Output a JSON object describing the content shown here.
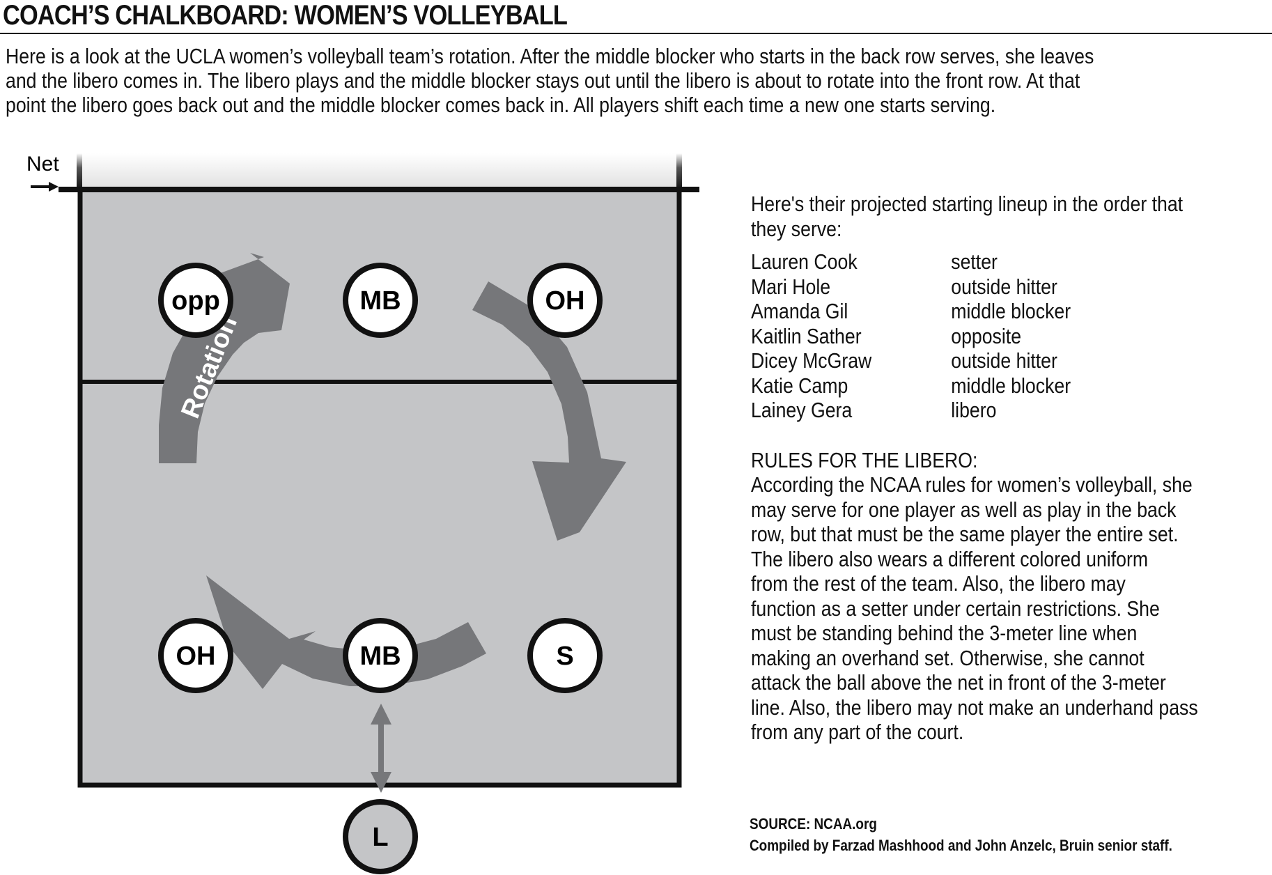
{
  "title": "COACH’S CHALKBOARD: WOMEN’S VOLLEYBALL",
  "intro_lines": [
    "Here is a look at the UCLA women’s volleyball team’s rotation.  After the middle blocker who starts in the back row serves, she leaves",
    "and the libero comes in. The libero plays and the middle blocker stays out until the libero is about to rotate into the front row. At that",
    "point the libero goes back out and the middle blocker comes back in. All players shift each time a new one starts serving."
  ],
  "court": {
    "net_label": "Net",
    "rotation_label": "Rotation",
    "positions": {
      "front_left": "opp",
      "front_middle": "MB",
      "front_right": "OH",
      "back_left": "OH",
      "back_middle": "MB",
      "back_right": "S",
      "libero": "L"
    },
    "colors": {
      "court": "#c4c5c7",
      "arrow": "#76777a",
      "line": "#111111",
      "net_fade": "#e6e6e6"
    }
  },
  "lineup": {
    "intro_lines": [
      "Here's their projected starting lineup in the order that",
      "they serve:"
    ],
    "players": [
      {
        "name": "Lauren Cook",
        "role": "setter"
      },
      {
        "name": "Mari Hole",
        "role": "outside hitter"
      },
      {
        "name": "Amanda Gil",
        "role": "middle blocker"
      },
      {
        "name": "Kaitlin Sather",
        "role": "opposite"
      },
      {
        "name": "Dicey McGraw",
        "role": "outside hitter"
      },
      {
        "name": "Katie Camp",
        "role": "middle blocker"
      },
      {
        "name": "Lainey Gera",
        "role": "libero"
      }
    ]
  },
  "rules": {
    "heading": "RULES FOR THE LIBERO:",
    "lines": [
      "According the NCAA rules for women’s volleyball, she",
      "may serve for one player as well as play in the back",
      "row, but that must be the same player the entire set.",
      "The libero also wears a different colored uniform",
      "from the rest of the team. Also, the libero may",
      "function as a setter under certain restrictions. She",
      "must be standing behind the 3-meter line when",
      "making an overhand set. Otherwise, she cannot",
      "attack the ball above the net in front of the 3-meter",
      "line. Also, the libero may not make an underhand pass",
      "from any part of the court."
    ]
  },
  "credits": {
    "source": "SOURCE: NCAA.org",
    "compiled": "Compiled by Farzad Mashhood and John Anzelc, Bruin senior staff."
  }
}
